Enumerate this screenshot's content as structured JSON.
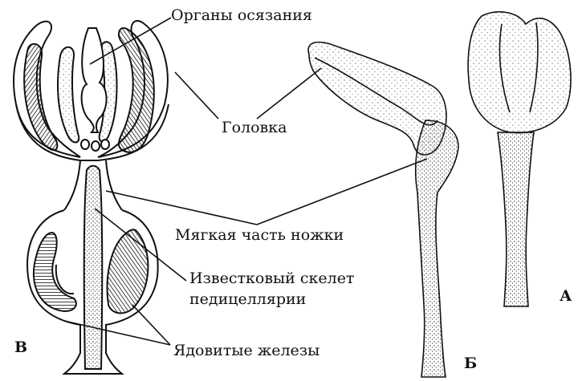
{
  "labels": {
    "touch_organs": "Органы осязания",
    "head": "Головка",
    "soft_stalk": "Мягкая часть ножки",
    "skeleton_line1": "Известковый скелет",
    "skeleton_line2": "педицеллярии",
    "venom_glands": "Ядовитые железы"
  },
  "letters": {
    "a": "А",
    "b": "Б",
    "v": "В"
  },
  "colors": {
    "ink": "#111111",
    "stipple": "#555555",
    "paper": "#ffffff"
  }
}
